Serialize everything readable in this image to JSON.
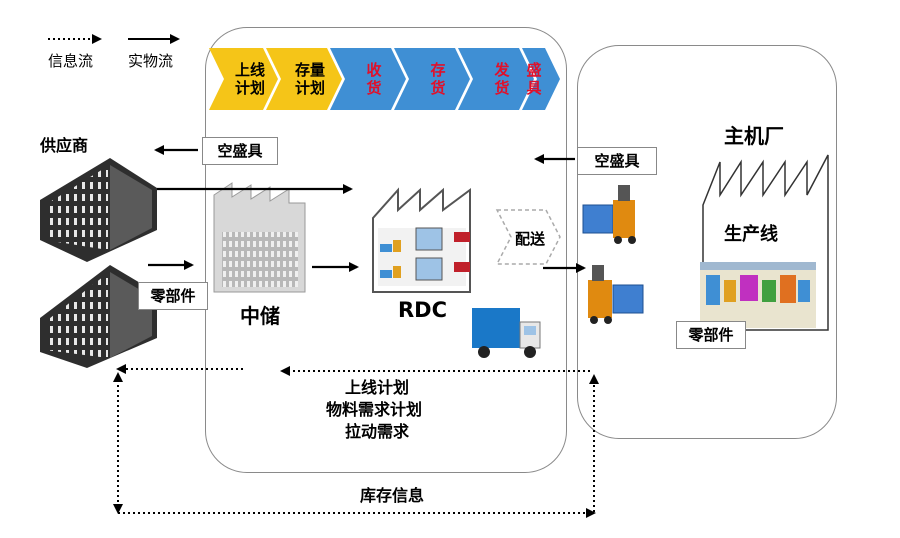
{
  "legend": {
    "info_flow": "信息流",
    "material_flow": "实物流"
  },
  "process": [
    {
      "label": "上线\n计划",
      "color": "#f5c518",
      "text_color": "#000000"
    },
    {
      "label": "存量\n计划",
      "color": "#f5c518",
      "text_color": "#000000"
    },
    {
      "label": "收\n货",
      "color": "#3f8fd4",
      "text_color": "#e0102a"
    },
    {
      "label": "存\n货",
      "color": "#3f8fd4",
      "text_color": "#e0102a"
    },
    {
      "label": "发\n货",
      "color": "#3f8fd4",
      "text_color": "#e0102a"
    },
    {
      "label": "盛\n具",
      "color": "#3f8fd4",
      "text_color": "#e0102a"
    }
  ],
  "labels": {
    "supplier": "供应商",
    "mid_storage": "中储",
    "rdc": "RDC",
    "oem": "主机厂",
    "production_line": "生产线",
    "delivery": "配送",
    "inventory_info": "库存信息"
  },
  "boxes": {
    "empty_container_left": "空盛具",
    "empty_container_right": "空盛具",
    "parts_left": "零部件",
    "parts_right": "零部件"
  },
  "info_messages": [
    "上线计划",
    "物料需求计划",
    "拉动需求"
  ],
  "colors": {
    "panel_border": "#8a8a8a",
    "yellow_chevron": "#f5c518",
    "blue_chevron": "#3f8fd4",
    "red_text": "#e0102a",
    "building_dark": "#2e2e2e",
    "building_light": "#d8d8d8",
    "truck_blue": "#1a78c8"
  }
}
